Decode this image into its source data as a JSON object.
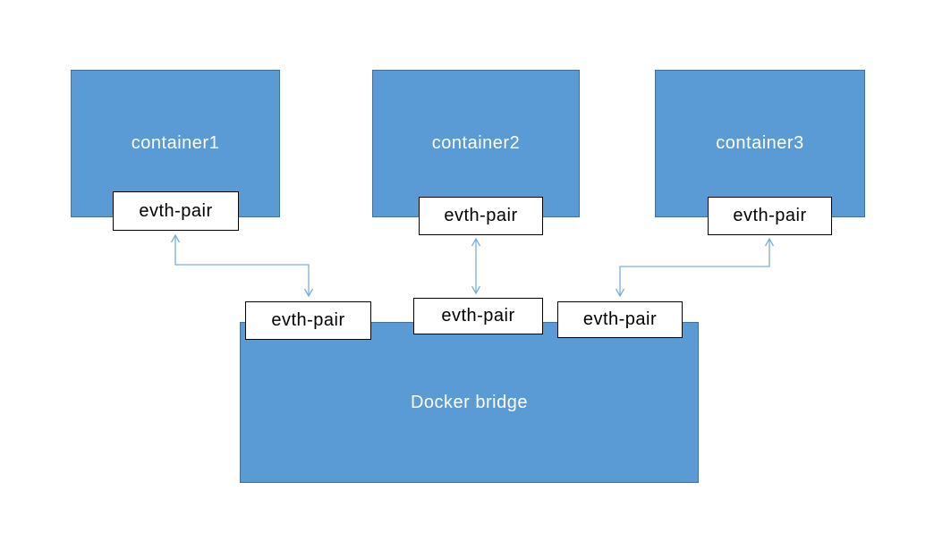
{
  "nodes": {
    "containers": [
      {
        "id": "container1",
        "label": "container1"
      },
      {
        "id": "container2",
        "label": "container2"
      },
      {
        "id": "container3",
        "label": "container3"
      }
    ],
    "bridge": {
      "id": "docker-bridge",
      "label": "Docker bridge"
    }
  },
  "veth_pairs": [
    {
      "id": "veth-top-container1",
      "label": "evth-pair"
    },
    {
      "id": "veth-top-container2",
      "label": "evth-pair"
    },
    {
      "id": "veth-top-container3",
      "label": "evth-pair"
    },
    {
      "id": "veth-bridge-left",
      "label": "evth-pair"
    },
    {
      "id": "veth-bridge-middle",
      "label": "evth-pair"
    },
    {
      "id": "veth-bridge-right",
      "label": "evth-pair"
    }
  ],
  "connections": [
    {
      "from": "veth-top-container1",
      "to": "veth-bridge-left",
      "style": "elbow",
      "bidirectional": true
    },
    {
      "from": "veth-top-container2",
      "to": "veth-bridge-middle",
      "style": "straight",
      "bidirectional": true
    },
    {
      "from": "veth-top-container3",
      "to": "veth-bridge-right",
      "style": "elbow",
      "bidirectional": true
    }
  ],
  "colors": {
    "node_fill": "#5B9BD5",
    "node_border": "#41719C",
    "node_text": "#FFFFFF",
    "label_fill": "#FFFFFF",
    "label_border": "#000000",
    "label_text": "#000000",
    "connector": "#7EAEE0",
    "background": "#FFFFFF"
  }
}
